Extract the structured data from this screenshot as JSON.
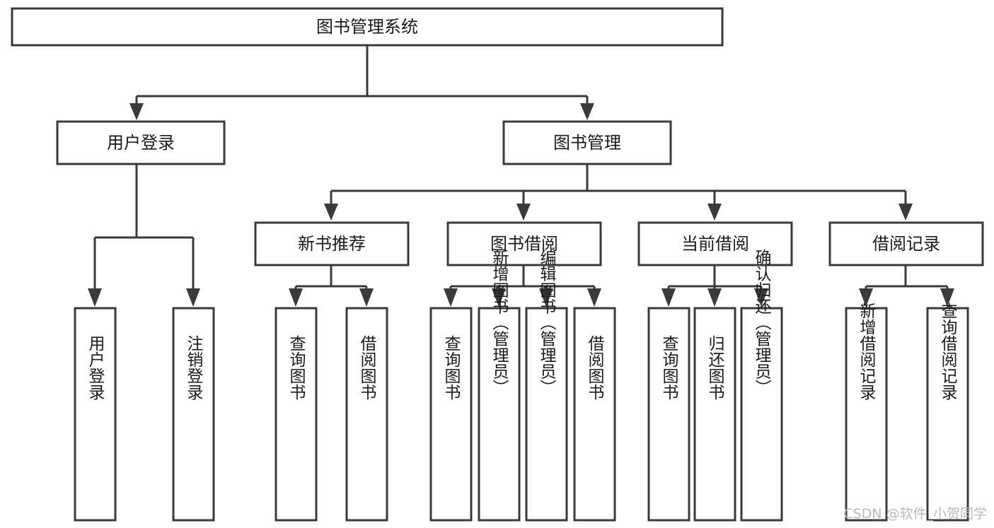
{
  "diagram": {
    "title": "图书管理系统",
    "type": "tree-hierarchy-chart",
    "root": {
      "label": "图书管理系统"
    },
    "level2": [
      {
        "label": "用户登录"
      },
      {
        "label": "图书管理"
      }
    ],
    "level3": [
      {
        "label": "新书推荐"
      },
      {
        "label": "图书借阅"
      },
      {
        "label": "当前借阅"
      },
      {
        "label": "借阅记录"
      }
    ],
    "leaves_user_login": [
      {
        "label": "用户登录"
      },
      {
        "label": "注销登录"
      }
    ],
    "leaves_new_books": [
      {
        "label": "查询图书"
      },
      {
        "label": "借阅图书"
      }
    ],
    "leaves_borrow": [
      {
        "label": "查询图书"
      },
      {
        "label": "新增图书（管理员）"
      },
      {
        "label": "编辑图书（管理员）"
      },
      {
        "label": "借阅图书"
      }
    ],
    "leaves_current": [
      {
        "label": "查询图书"
      },
      {
        "label": "归还图书"
      },
      {
        "label": "确认归还（管理员）"
      }
    ],
    "leaves_records": [
      {
        "label": "新增借阅记录"
      },
      {
        "label": "查询借阅记录"
      }
    ],
    "colors": {
      "box_stroke": "#3a3a3a",
      "box_fill": "#ffffff",
      "text": "#1a1a1a",
      "background": "#ffffff",
      "watermark": "#b9b9b9"
    }
  },
  "watermark": {
    "text": "CSDN @软件_小贺同学"
  }
}
